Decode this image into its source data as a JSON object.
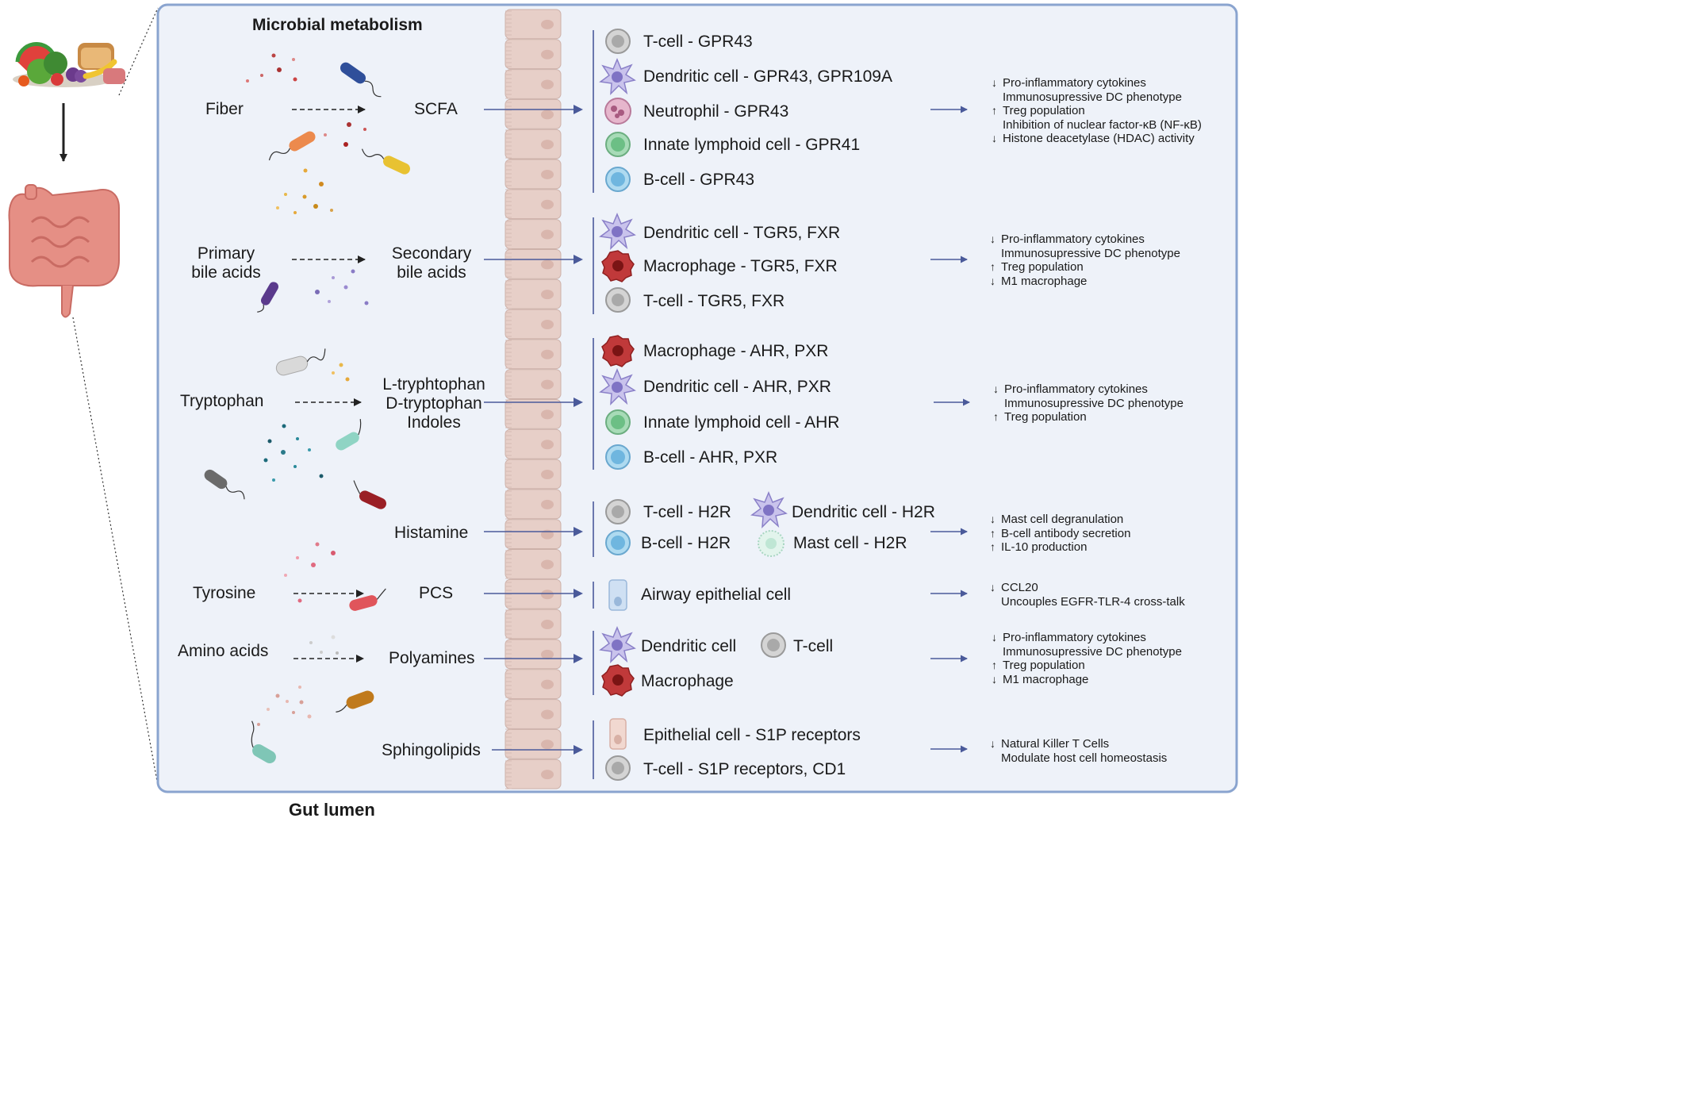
{
  "heading": "Microbial metabolism",
  "footer": "Gut lumen",
  "colors": {
    "panel_border": "#8aa4cf",
    "panel_fill": "#eef2f9",
    "arrow": "#4a5a9a",
    "epithelium": "#e7cfc8",
    "epithelium_nucleus": "#d9b6ad"
  },
  "pathways": [
    {
      "substrate": "Fiber",
      "product": [
        "SCFA"
      ],
      "cells": [
        {
          "label": "T-cell - GPR43",
          "icon": "t-cell-icon"
        },
        {
          "label": "Dendritic cell - GPR43, GPR109A",
          "icon": "dendritic-cell-icon"
        },
        {
          "label": "Neutrophil - GPR43",
          "icon": "neutrophil-icon"
        },
        {
          "label": "Innate lymphoid cell - GPR41",
          "icon": "ilc-icon"
        },
        {
          "label": "B-cell - GPR43",
          "icon": "b-cell-icon"
        }
      ],
      "effects": [
        {
          "arrow": "down",
          "text": "Pro-inflammatory cytokines"
        },
        {
          "arrow": "",
          "text": "Immunosupressive DC phenotype"
        },
        {
          "arrow": "up",
          "text": "Treg population"
        },
        {
          "arrow": "",
          "text": "Inhibition of nuclear factor-κB (NF-κB)"
        },
        {
          "arrow": "down",
          "text": "Histone deacetylase (HDAC) activity"
        }
      ]
    },
    {
      "substrate": [
        "Primary",
        "bile acids"
      ],
      "product": [
        "Secondary",
        "bile acids"
      ],
      "cells": [
        {
          "label": "Dendritic cell - TGR5, FXR",
          "icon": "dendritic-cell-icon"
        },
        {
          "label": "Macrophage - TGR5, FXR",
          "icon": "macrophage-icon"
        },
        {
          "label": "T-cell - TGR5, FXR",
          "icon": "t-cell-icon"
        }
      ],
      "effects": [
        {
          "arrow": "down",
          "text": "Pro-inflammatory cytokines"
        },
        {
          "arrow": "",
          "text": "Immunosupressive DC phenotype"
        },
        {
          "arrow": "up",
          "text": "Treg population"
        },
        {
          "arrow": "down",
          "text": "M1 macrophage"
        }
      ]
    },
    {
      "substrate": "Tryptophan",
      "product": [
        "L-tryphtophan",
        "D-tryptophan",
        "Indoles"
      ],
      "cells": [
        {
          "label": "Macrophage - AHR, PXR",
          "icon": "macrophage-icon"
        },
        {
          "label": "Dendritic cell - AHR, PXR",
          "icon": "dendritic-cell-icon"
        },
        {
          "label": "Innate lymphoid cell - AHR",
          "icon": "ilc-icon"
        },
        {
          "label": "B-cell - AHR, PXR",
          "icon": "b-cell-icon"
        }
      ],
      "effects": [
        {
          "arrow": "down",
          "text": "Pro-inflammatory cytokines"
        },
        {
          "arrow": "",
          "text": "Immunosupressive DC phenotype"
        },
        {
          "arrow": "up",
          "text": "Treg population"
        }
      ]
    },
    {
      "substrate": "",
      "product": [
        "Histamine"
      ],
      "cells": [
        {
          "label": "T-cell - H2R",
          "icon": "t-cell-icon"
        },
        {
          "label": "B-cell - H2R",
          "icon": "b-cell-icon"
        },
        {
          "label": "Dendritic cell - H2R",
          "icon": "dendritic-cell-icon"
        },
        {
          "label": "Mast cell - H2R",
          "icon": "mast-cell-icon"
        }
      ],
      "effects": [
        {
          "arrow": "down",
          "text": "Mast cell degranulation"
        },
        {
          "arrow": "up",
          "text": "B-cell antibody secretion"
        },
        {
          "arrow": "up",
          "text": "IL-10 production"
        }
      ]
    },
    {
      "substrate": "Tyrosine",
      "product": [
        "PCS"
      ],
      "cells": [
        {
          "label": "Airway epithelial cell",
          "icon": "airway-epithelial-cell-icon"
        }
      ],
      "effects": [
        {
          "arrow": "down",
          "text": "CCL20"
        },
        {
          "arrow": "",
          "text": "Uncouples EGFR-TLR-4 cross-talk"
        }
      ]
    },
    {
      "substrate": "Amino acids",
      "product": [
        "Polyamines"
      ],
      "cells": [
        {
          "label": "Dendritic cell",
          "icon": "dendritic-cell-icon"
        },
        {
          "label": "T-cell",
          "icon": "t-cell-icon"
        },
        {
          "label": "Macrophage",
          "icon": "macrophage-icon"
        }
      ],
      "effects": [
        {
          "arrow": "down",
          "text": "Pro-inflammatory cytokines"
        },
        {
          "arrow": "",
          "text": "Immunosupressive DC phenotype"
        },
        {
          "arrow": "up",
          "text": "Treg population"
        },
        {
          "arrow": "down",
          "text": "M1 macrophage"
        }
      ]
    },
    {
      "substrate": "",
      "product": [
        "Sphingolipids"
      ],
      "cells": [
        {
          "label": "Epithelial cell - S1P receptors",
          "icon": "epithelial-cell-icon"
        },
        {
          "label": "T-cell - S1P receptors, CD1",
          "icon": "t-cell-icon"
        }
      ],
      "effects": [
        {
          "arrow": "down",
          "text": "Natural Killer T Cells"
        },
        {
          "arrow": "",
          "text": "Modulate host cell homeostasis"
        }
      ]
    }
  ]
}
